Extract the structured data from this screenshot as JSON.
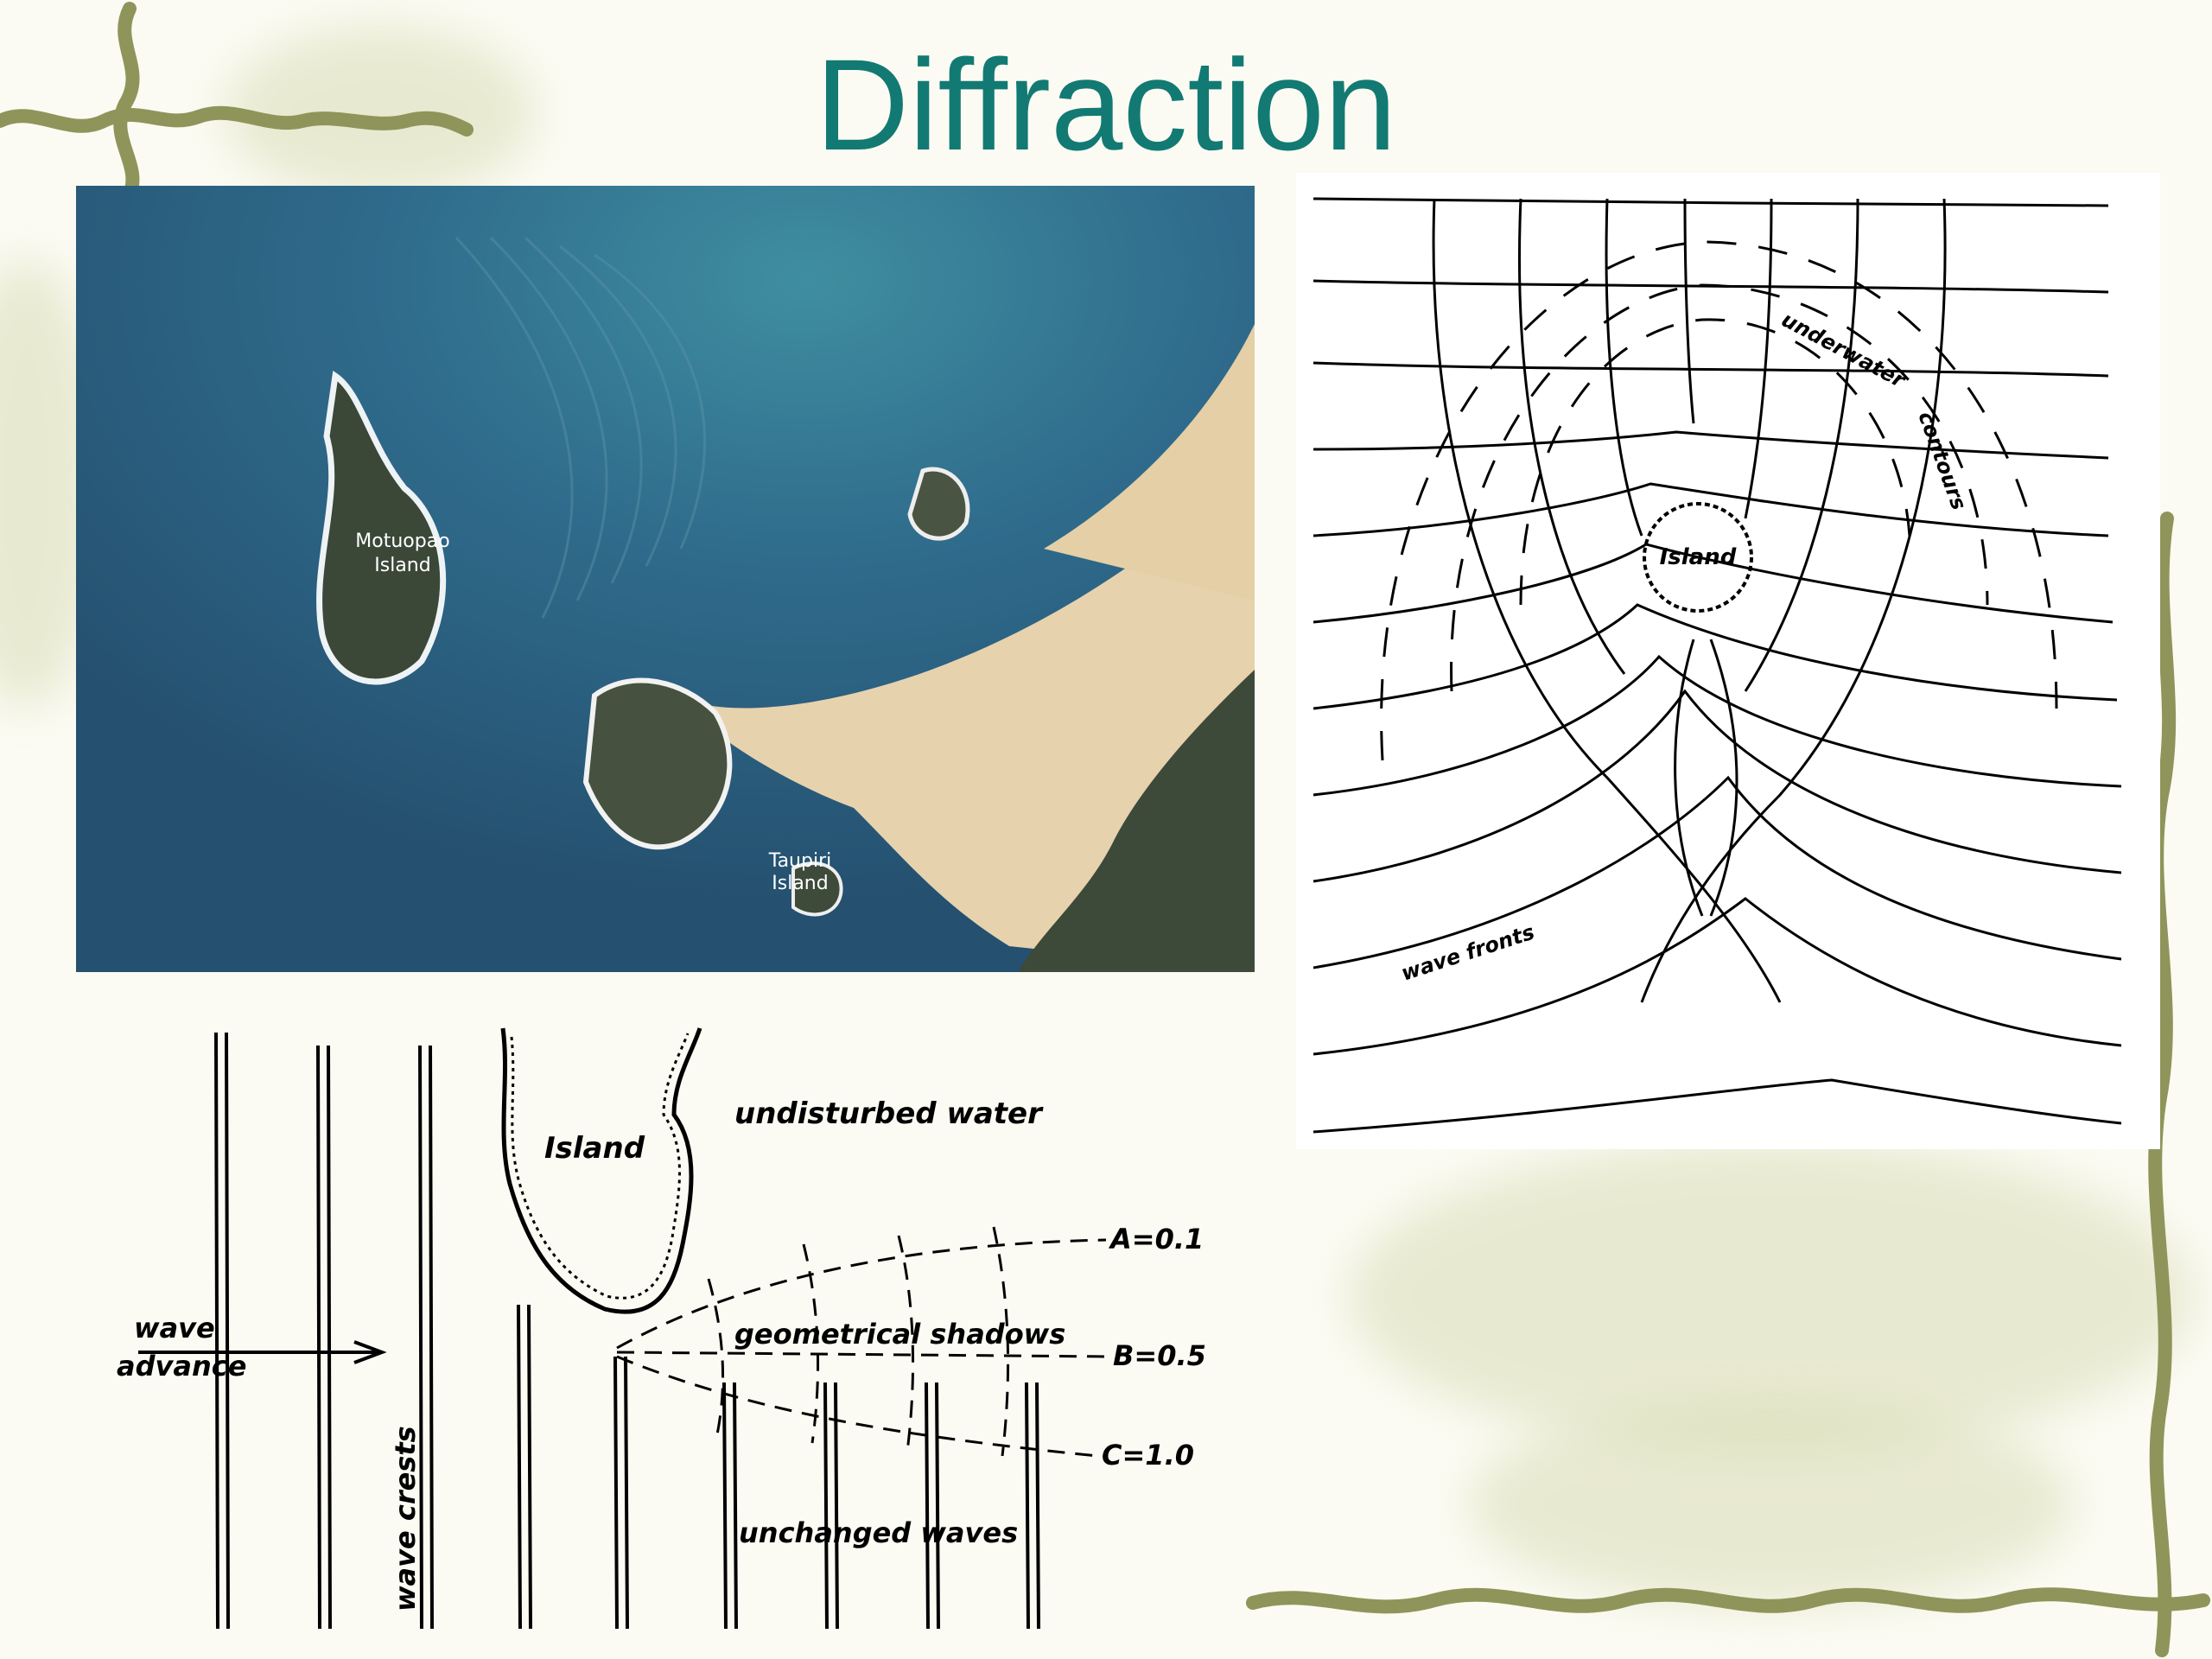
{
  "slide": {
    "title": "Diffraction"
  },
  "photo": {
    "labels": {
      "motuopao_line1": "Motuopao",
      "motuopao_line2": "Island",
      "taupiri_line1": "Taupiri",
      "taupiri_line2": "Island"
    }
  },
  "right_diagram": {
    "labels": {
      "underwater": "underwater",
      "contours": "contours",
      "island": "Island",
      "wave_fronts": "wave fronts"
    }
  },
  "bottom_diagram": {
    "labels": {
      "island": "Island",
      "undisturbed": "undisturbed water",
      "wave_line1": "wave",
      "wave_line2": "advance",
      "wave_crests": "wave crests",
      "geometrical_shadows": "geometrical shadows",
      "unchanged": "unchanged waves",
      "a": "A=0.1",
      "b": "B=0.5",
      "c": "C=1.0"
    }
  },
  "colors": {
    "title": "#127a73",
    "vine": "#8f955a",
    "sea": "#2e5f80",
    "sand": "#e7d2ae",
    "land": "#3d4a3a"
  }
}
